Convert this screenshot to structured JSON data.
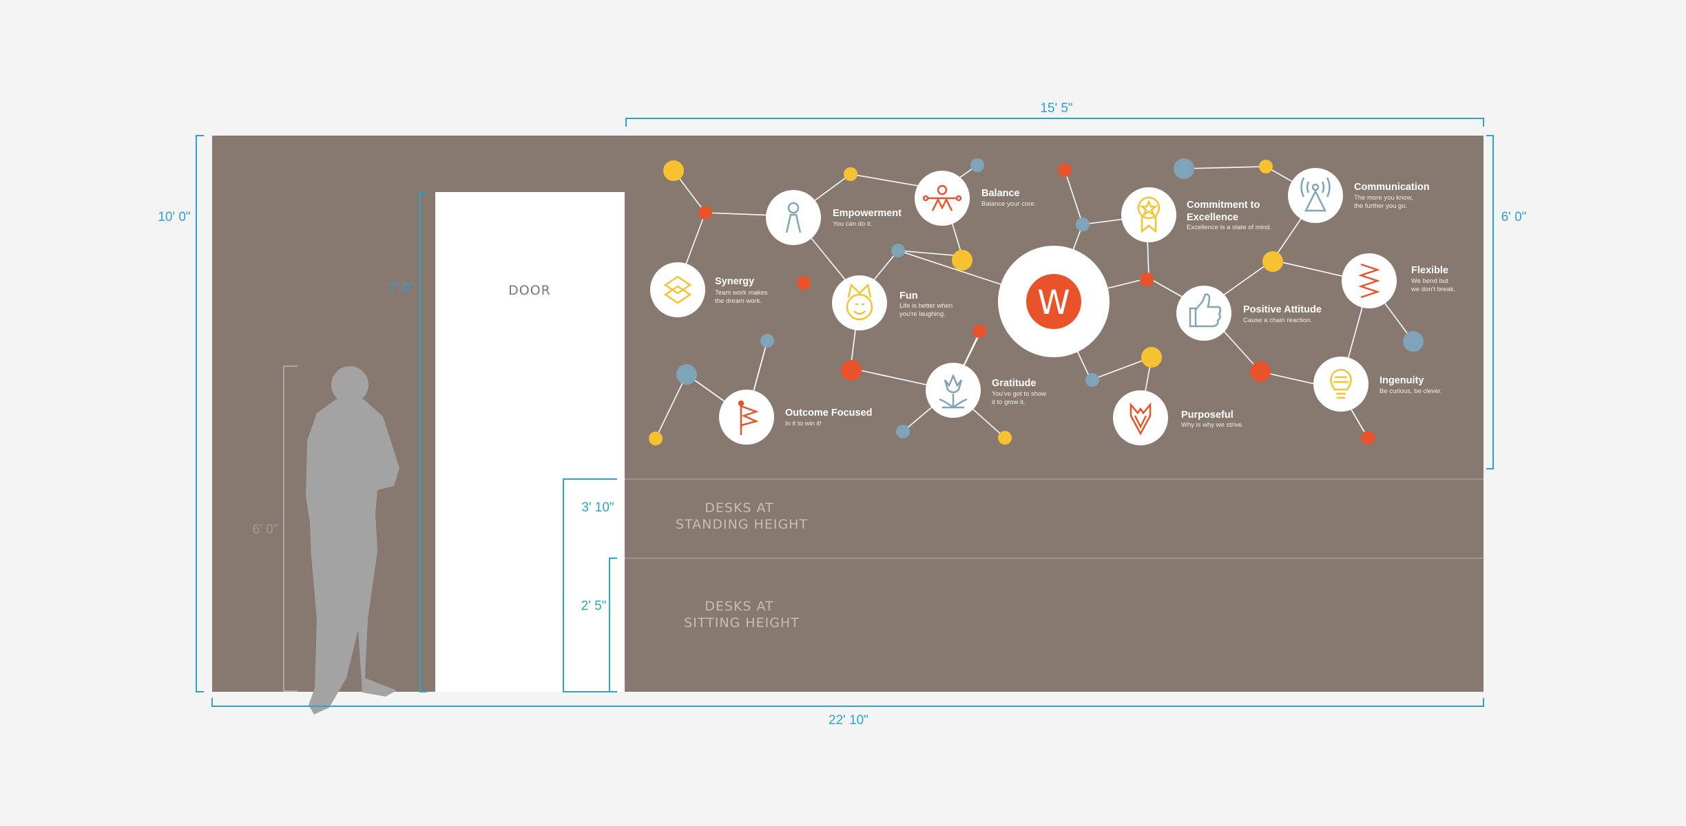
{
  "colors": {
    "wall": "#87796f",
    "door": "#ffffff",
    "dimension": "#2ba4cf",
    "silhouette": "#a3a3a3",
    "yellow": "#f7c22f",
    "orange": "#e9532a",
    "blue": "#7fa4b7",
    "node": "#ffffff",
    "logo": "#e9532a"
  },
  "dimensions": {
    "total_width": "22' 10\"",
    "graphic_width": "15' 5\"",
    "wall_height": "10' 0\"",
    "graphic_height": "6' 0\"",
    "door_height": "7' 0\"",
    "person_height": "6' 0\"",
    "standing_height": "3' 10\"",
    "sitting_height": "2' 5\""
  },
  "door": {
    "label": "DOOR"
  },
  "desks": {
    "standing": [
      "DESKS AT",
      "STANDING HEIGHT"
    ],
    "sitting": [
      "DESKS AT",
      "SITTING HEIGHT"
    ]
  },
  "center": {
    "logo_letter": "W",
    "icon": "w-logo-icon"
  },
  "values": [
    {
      "key": "synergy",
      "title": [
        "Synergy"
      ],
      "subtitle": [
        "Team work makes",
        "the dream work."
      ],
      "icon": "synergy-icon"
    },
    {
      "key": "empowerment",
      "title": [
        "Empowerment"
      ],
      "subtitle": [
        "You can do it."
      ],
      "icon": "person-icon"
    },
    {
      "key": "balance",
      "title": [
        "Balance"
      ],
      "subtitle": [
        "Balance your core."
      ],
      "icon": "balance-icon"
    },
    {
      "key": "fun",
      "title": [
        "Fun"
      ],
      "subtitle": [
        "Life is better when",
        "you're laughing."
      ],
      "icon": "smiley-icon"
    },
    {
      "key": "outcome",
      "title": [
        "Outcome Focused"
      ],
      "subtitle": [
        "In it to win it!"
      ],
      "icon": "flag-icon"
    },
    {
      "key": "gratitude",
      "title": [
        "Gratitude"
      ],
      "subtitle": [
        "You've got to show",
        "it to grow it."
      ],
      "icon": "tulip-icon"
    },
    {
      "key": "commitment",
      "title": [
        "Commitment to",
        "Excellence"
      ],
      "subtitle": [
        "Excellence is a state of mind."
      ],
      "icon": "medal-icon"
    },
    {
      "key": "communication",
      "title": [
        "Communication"
      ],
      "subtitle": [
        "The more you know,",
        "the further you go."
      ],
      "icon": "antenna-icon"
    },
    {
      "key": "flexible",
      "title": [
        "Flexible"
      ],
      "subtitle": [
        "We bend but",
        "we don't break."
      ],
      "icon": "spring-icon"
    },
    {
      "key": "positive",
      "title": [
        "Positive Attitude"
      ],
      "subtitle": [
        "Cause a chain reaction."
      ],
      "icon": "thumbs-up-icon"
    },
    {
      "key": "ingenuity",
      "title": [
        "Ingenuity"
      ],
      "subtitle": [
        "Be curious, be clever."
      ],
      "icon": "lightbulb-icon"
    },
    {
      "key": "purposeful",
      "title": [
        "Purposeful"
      ],
      "subtitle": [
        "Why is why we strive."
      ],
      "icon": "shield-v-icon"
    }
  ]
}
